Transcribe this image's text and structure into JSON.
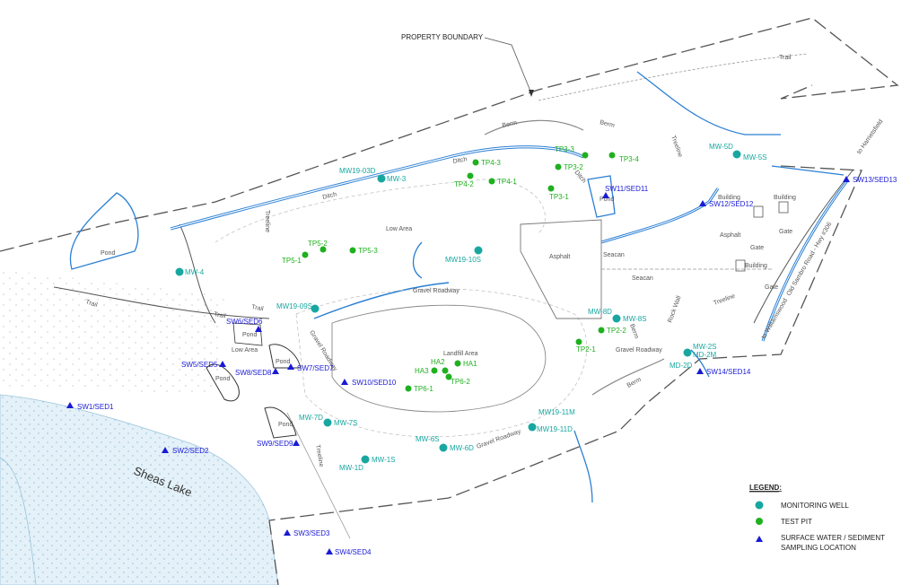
{
  "annotations": {
    "property_boundary": "PROPERTY BOUNDARY",
    "to_harrietsfield": "to Harrietsfield",
    "to_williamswood": "to Williamswood",
    "road_name": "Old Sambro Road - Hwy #306"
  },
  "area_labels": {
    "sheas_lake": "Sheas Lake",
    "landfill": "Landfill Area",
    "asphalt_1": "Asphalt",
    "asphalt_2": "Asphalt",
    "low_area_1": "Low Area",
    "low_area_2": "Low Area",
    "pond_1": "Pond",
    "pond_2": "Pond",
    "pond_3": "Pond",
    "pond_4": "Pond",
    "pond_5": "Pond",
    "pond_6": "Pond",
    "ditch_1": "Ditch",
    "ditch_2": "Ditch",
    "ditch_3": "Ditch",
    "trail_1": "Trail",
    "trail_2": "Trail",
    "trail_3": "Trail",
    "trail_4": "Trail",
    "berm_1": "Berm",
    "berm_2": "Berm",
    "berm_3": "Berm",
    "berm_4": "Berm",
    "treeline_1": "Treeline",
    "treeline_2": "Treeline",
    "treeline_3": "Treeline",
    "treeline_4": "Treeline",
    "gravel_roadway_1": "Gravel Roadway",
    "gravel_roadway_2": "Gravel Roadway",
    "gravel_roadway_3": "Gravel Roadway",
    "gravel_roadway_4": "Gravel Roadway",
    "seacan_1": "Seacan",
    "seacan_2": "Seacan",
    "building_1": "Building",
    "building_2": "Building",
    "building_3": "Building",
    "gate_1": "Gate",
    "gate_2": "Gate",
    "gate_3": "Gate",
    "rock_wall": "Rock Wall"
  },
  "monitoring_wells": {
    "mw19_03d": "MW19-03D",
    "mw_3": "MW-3",
    "mw_4": "MW-4",
    "mw19_10s": "MW19-10S",
    "mw19_09s": "MW19-09S",
    "mw_5d": "MW-5D",
    "mw_5s": "MW-5S",
    "mw_8d": "MW-8D",
    "mw_8s": "MW-8S",
    "mw_2s": "MW-2S",
    "md_2m": "MD-2M",
    "md_2d": "MD-2D",
    "mw_7d": "MW-7D",
    "mw_7s": "MW-7S",
    "mw19_11m": "MW19-11M",
    "mw19_11d": "MW19-11D",
    "mw_6s": "MW-6S",
    "mw_6d": "MW-6D",
    "mw_1d": "MW-1D",
    "mw_1s": "MW-1S"
  },
  "test_pits": {
    "tp3_3": "TP3-3",
    "tp3_4": "TP3-4",
    "tp3_2": "TP3-2",
    "tp3_1": "TP3-1",
    "tp4_3": "TP4-3",
    "tp4_2": "TP4-2",
    "tp4_1": "TP4-1",
    "tp5_2": "TP5-2",
    "tp5_3": "TP5-3",
    "tp5_1": "TP5-1",
    "tp2_2": "TP2-2",
    "tp2_1": "TP2-1",
    "ha1": "HA1",
    "ha2": "HA2",
    "ha3": "HA3",
    "tp6_1": "TP6-1",
    "tp6_2": "TP6-2"
  },
  "sampling_locations": {
    "sw1": "SW1/SED1",
    "sw2": "SW2/SED2",
    "sw3": "SW3/SED3",
    "sw4": "SW4/SED4",
    "sw5": "SW5/SED5",
    "sw6": "SW6/SED6",
    "sw7": "SW7/SED7",
    "sw8": "SW8/SED8",
    "sw9": "SW9/SED9",
    "sw10": "SW10/SED10",
    "sw11": "SW11/SED11",
    "sw12": "SW12/SED12",
    "sw13": "SW13/SED13",
    "sw14": "SW14/SED14"
  },
  "legend": {
    "title": "LEGEND:",
    "monitoring_well": "MONITORING WELL",
    "test_pit": "TEST PIT",
    "sampling_line1": "SURFACE WATER / SEDIMENT",
    "sampling_line2": "SAMPLING LOCATION"
  },
  "colors": {
    "boundary": "#555555",
    "water": "#2a7fd4",
    "lake_fill": "#e4f1f8",
    "sampling": "#1a1ad6",
    "test_pit": "#1fb01f",
    "monitoring_well": "#18a7a0"
  }
}
